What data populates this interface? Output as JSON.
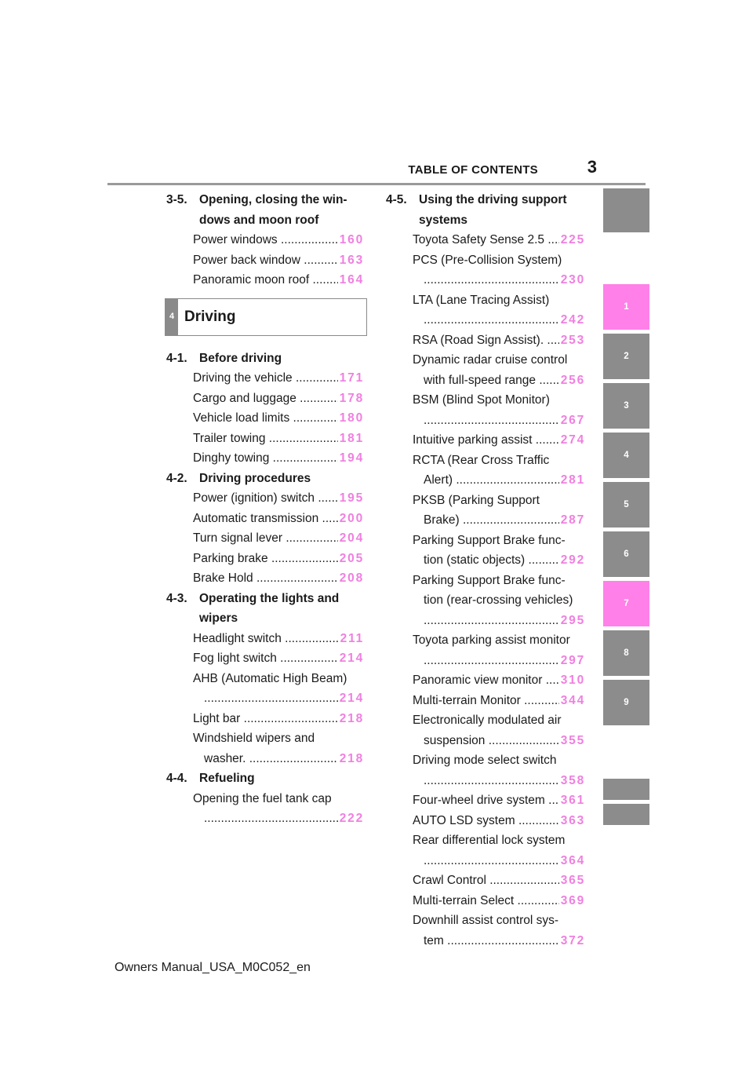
{
  "header": {
    "title": "TABLE OF CONTENTS",
    "page_number": "3"
  },
  "footer": "Owners Manual_USA_M0C052_en",
  "chapter": {
    "number": "4",
    "title": "Driving"
  },
  "colors": {
    "accent": "#ff80e8",
    "tab_gray": "#8c8c8c",
    "page_link": "#f080e0"
  },
  "side_tabs": [
    "1",
    "2",
    "3",
    "4",
    "5",
    "6",
    "7",
    "8",
    "9"
  ],
  "left": {
    "s35": {
      "num": "3-5.",
      "title": "Opening, closing the win-dows and moon roof",
      "entries": [
        {
          "label": "Power windows",
          "page": "160"
        },
        {
          "label": "Power back window",
          "page": "163"
        },
        {
          "label": "Panoramic moon roof",
          "page": "164"
        }
      ]
    },
    "s41": {
      "num": "4-1.",
      "title": "Before driving",
      "entries": [
        {
          "label": "Driving the vehicle",
          "page": "171"
        },
        {
          "label": "Cargo and luggage",
          "page": "178"
        },
        {
          "label": "Vehicle load limits",
          "page": "180"
        },
        {
          "label": "Trailer towing",
          "page": "181"
        },
        {
          "label": "Dinghy towing",
          "page": "194"
        }
      ]
    },
    "s42": {
      "num": "4-2.",
      "title": "Driving procedures",
      "entries": [
        {
          "label": "Power (ignition) switch",
          "page": "195"
        },
        {
          "label": "Automatic transmission",
          "page": "200"
        },
        {
          "label": "Turn signal lever",
          "page": "204"
        },
        {
          "label": "Parking brake",
          "page": "205"
        },
        {
          "label": "Brake Hold",
          "page": "208"
        }
      ]
    },
    "s43": {
      "num": "4-3.",
      "title": "Operating the lights and wipers",
      "e1": {
        "label": "Headlight switch",
        "page": "211"
      },
      "e2": {
        "label": "Fog light switch",
        "page": "214"
      },
      "e3": {
        "line1": "AHB (Automatic High Beam)",
        "label": "",
        "page": "214"
      },
      "e4": {
        "label": "Light bar",
        "page": "218"
      },
      "e5": {
        "line1": "Windshield wipers and",
        "label": "washer.",
        "page": "218"
      }
    },
    "s44": {
      "num": "4-4.",
      "title": "Refueling",
      "e1": {
        "line1": "Opening the fuel tank cap",
        "label": "",
        "page": "222"
      }
    }
  },
  "right": {
    "s45": {
      "num": "4-5.",
      "title": "Using the driving support systems"
    },
    "items": [
      {
        "line1": "",
        "label": "Toyota Safety Sense 2.5",
        "page": "225"
      },
      {
        "line1": "PCS (Pre-Collision System)",
        "label": "",
        "page": "230"
      },
      {
        "line1": "LTA (Lane Tracing Assist)",
        "label": "",
        "page": "242"
      },
      {
        "line1": "",
        "label": "RSA (Road Sign Assist).",
        "page": "253"
      },
      {
        "line1": "Dynamic radar cruise control",
        "label": "with full-speed range",
        "page": "256"
      },
      {
        "line1": "BSM (Blind Spot Monitor)",
        "label": "",
        "page": "267"
      },
      {
        "line1": "",
        "label": "Intuitive parking assist",
        "page": "274"
      },
      {
        "line1": "RCTA (Rear Cross Traffic",
        "label": "Alert)",
        "page": "281"
      },
      {
        "line1": "PKSB (Parking Support",
        "label": "Brake)",
        "page": "287"
      },
      {
        "line1": "Parking Support Brake func-",
        "label": "tion (static objects)",
        "page": "292"
      },
      {
        "line1": "Parking Support Brake func-",
        "label": "tion (rear-crossing vehicles)",
        "page": "295",
        "wrap": true
      },
      {
        "line1": "Toyota parking assist monitor",
        "label": "",
        "page": "297"
      },
      {
        "line1": "",
        "label": "Panoramic view monitor",
        "page": "310"
      },
      {
        "line1": "",
        "label": "Multi-terrain Monitor",
        "page": "344"
      },
      {
        "line1": "Electronically modulated air",
        "label": "suspension",
        "page": "355"
      },
      {
        "line1": "Driving mode select switch",
        "label": "",
        "page": "358"
      },
      {
        "line1": "",
        "label": "Four-wheel drive system",
        "page": "361"
      },
      {
        "line1": "",
        "label": "AUTO LSD system",
        "page": "363"
      },
      {
        "line1": "Rear differential lock system",
        "label": "",
        "page": "364"
      },
      {
        "line1": "",
        "label": "Crawl Control",
        "page": "365"
      },
      {
        "line1": "",
        "label": "Multi-terrain Select",
        "page": "369"
      },
      {
        "line1": "Downhill assist control sys-",
        "label": "tem",
        "page": "372"
      }
    ]
  }
}
